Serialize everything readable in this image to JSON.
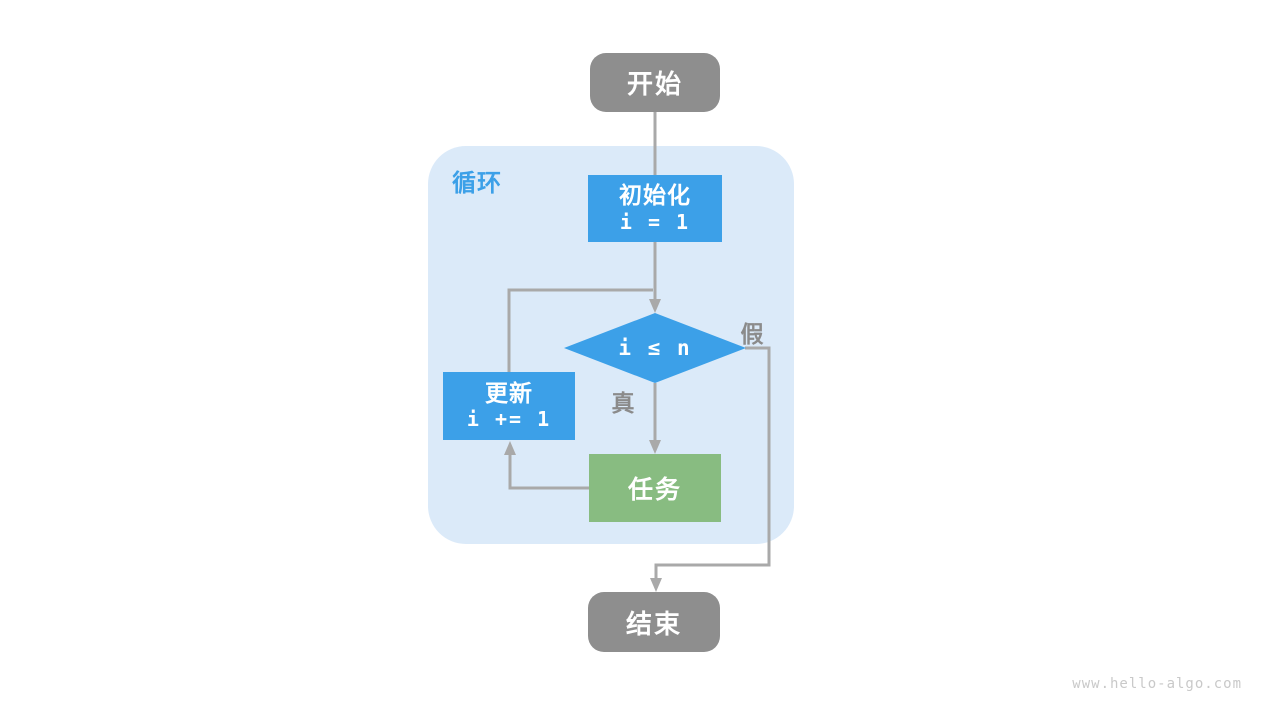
{
  "page": {
    "watermark": "www.hello-algo.com",
    "background_color": "#ffffff"
  },
  "colors": {
    "process_blue": "#3ca0e8",
    "task_green": "#88bc81",
    "terminal_gray": "#8e8e8e",
    "loop_region_fill": "#dbeaf9",
    "connector_gray": "#a9a9a9",
    "branch_label_gray": "#8b8b8b",
    "loop_label_blue": "#3ca0e8",
    "watermark_gray": "#c9c9c9"
  },
  "diagram": {
    "loop_region": {
      "label": "循环"
    },
    "nodes": {
      "start": {
        "label": "开始",
        "type": "terminal"
      },
      "init": {
        "label": "初始化",
        "code": "i = 1",
        "type": "process"
      },
      "condition": {
        "code": "i ≤ n",
        "type": "decision"
      },
      "task": {
        "label": "任务",
        "type": "process"
      },
      "update": {
        "label": "更新",
        "code": "i += 1",
        "type": "process"
      },
      "end": {
        "label": "结束",
        "type": "terminal"
      }
    },
    "branches": {
      "true_label": "真",
      "false_label": "假"
    },
    "edges": [
      {
        "from": "start",
        "to": "init"
      },
      {
        "from": "init",
        "to": "condition"
      },
      {
        "from": "condition",
        "to": "task",
        "label": "真"
      },
      {
        "from": "task",
        "to": "update"
      },
      {
        "from": "update",
        "to": "condition"
      },
      {
        "from": "condition",
        "to": "end",
        "label": "假"
      }
    ]
  }
}
